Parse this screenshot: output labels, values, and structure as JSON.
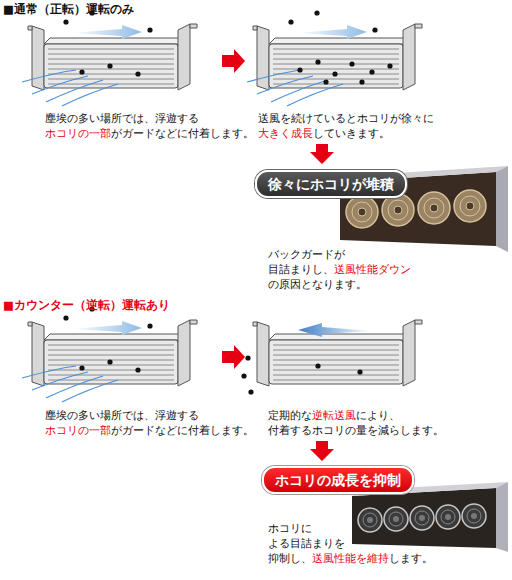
{
  "diagram": {
    "nodes": [
      {
        "text": [
          "徐々にホコリが堆積"
        ]
      },
      {
        "text": [
          "ホコリの成長を抑制"
        ]
      }
    ],
    "labels": [
      "■通常（正転）運転のみ",
      "塵埃の多い場所では、浮遊する",
      "ホコリの一部",
      "がガードなどに付着します。",
      "送風を続けているとホコリが徐々に",
      "大きく成長",
      "していきます。",
      "バックガードが",
      "目詰まりし、",
      "送風性能ダウン",
      "の原因となります。",
      "■カウンター（逆転）運転あり",
      "塵埃の多い場所では、浮遊する",
      "ホコリの一部",
      "がガードなどに付着します。",
      "定期的な",
      "逆転送風",
      "により、",
      "付着するホコリの量を減らします。",
      "ホコリに",
      "よる目詰まりを",
      "抑制し、",
      "送風性能を維持",
      "します。"
    ]
  }
}
